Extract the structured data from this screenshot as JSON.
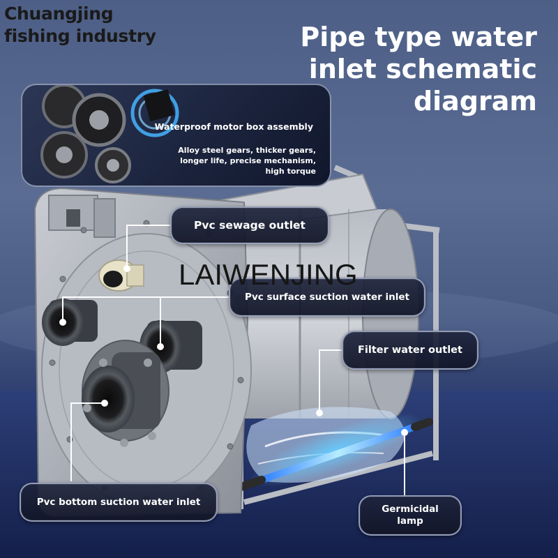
{
  "brand": {
    "line1": "Chuangjing",
    "line2": "fishing industry"
  },
  "headline": {
    "line1": "Pipe type water",
    "line2": "inlet schematic",
    "line3": "diagram"
  },
  "watermark": "LAIWENJING",
  "motor_box": {
    "title": "Waterproof motor box assembly",
    "desc_line1": "Alloy steel gears, thicker gears,",
    "desc_line2": "longer life, precise mechanism,",
    "desc_line3": "high torque"
  },
  "labels": {
    "sewage_outlet": "Pvc sewage outlet",
    "surface_suction": "Pvc surface suction water inlet",
    "filter_outlet": "Filter water outlet",
    "bottom_suction": "Pvc bottom suction water inlet",
    "germicidal_line1": "Germicidal",
    "germicidal_line2": "lamp"
  },
  "colors": {
    "background_top": "#4d5f86",
    "background_floor": "#1c2a5a",
    "callout_bg": "#1a2038",
    "uv_lamp": "#3ab0ff",
    "headline_text": "#ffffff",
    "brand_text": "#1a1a1a"
  }
}
